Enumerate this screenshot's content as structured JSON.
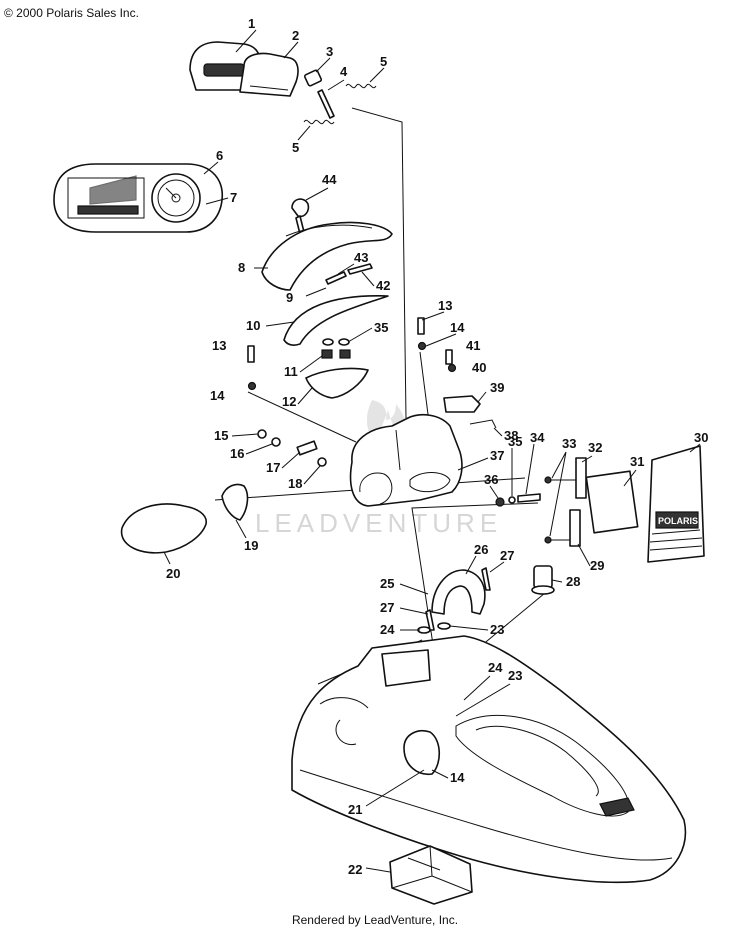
{
  "copyright": "© 2000 Polaris Sales Inc.",
  "footer": "Rendered by LeadVenture, Inc.",
  "watermark": "LEADVENTURE",
  "decal_brand": "POLARIS",
  "callouts": [
    {
      "label": "1"
    },
    {
      "label": "2"
    },
    {
      "label": "3"
    },
    {
      "label": "4"
    },
    {
      "label": "5"
    },
    {
      "label": "5"
    },
    {
      "label": "6"
    },
    {
      "label": "7"
    },
    {
      "label": "44"
    },
    {
      "label": "8"
    },
    {
      "label": "43"
    },
    {
      "label": "42"
    },
    {
      "label": "9"
    },
    {
      "label": "10"
    },
    {
      "label": "35"
    },
    {
      "label": "11"
    },
    {
      "label": "12"
    },
    {
      "label": "13"
    },
    {
      "label": "14"
    },
    {
      "label": "13"
    },
    {
      "label": "14"
    },
    {
      "label": "41"
    },
    {
      "label": "40"
    },
    {
      "label": "39"
    },
    {
      "label": "38"
    },
    {
      "label": "15"
    },
    {
      "label": "16"
    },
    {
      "label": "17"
    },
    {
      "label": "18"
    },
    {
      "label": "37"
    },
    {
      "label": "35"
    },
    {
      "label": "34"
    },
    {
      "label": "36"
    },
    {
      "label": "33"
    },
    {
      "label": "32"
    },
    {
      "label": "31"
    },
    {
      "label": "30"
    },
    {
      "label": "19"
    },
    {
      "label": "20"
    },
    {
      "label": "26"
    },
    {
      "label": "27"
    },
    {
      "label": "25"
    },
    {
      "label": "28"
    },
    {
      "label": "27"
    },
    {
      "label": "24"
    },
    {
      "label": "23"
    },
    {
      "label": "29"
    },
    {
      "label": "24"
    },
    {
      "label": "23"
    },
    {
      "label": "21"
    },
    {
      "label": "14"
    },
    {
      "label": "22"
    }
  ]
}
